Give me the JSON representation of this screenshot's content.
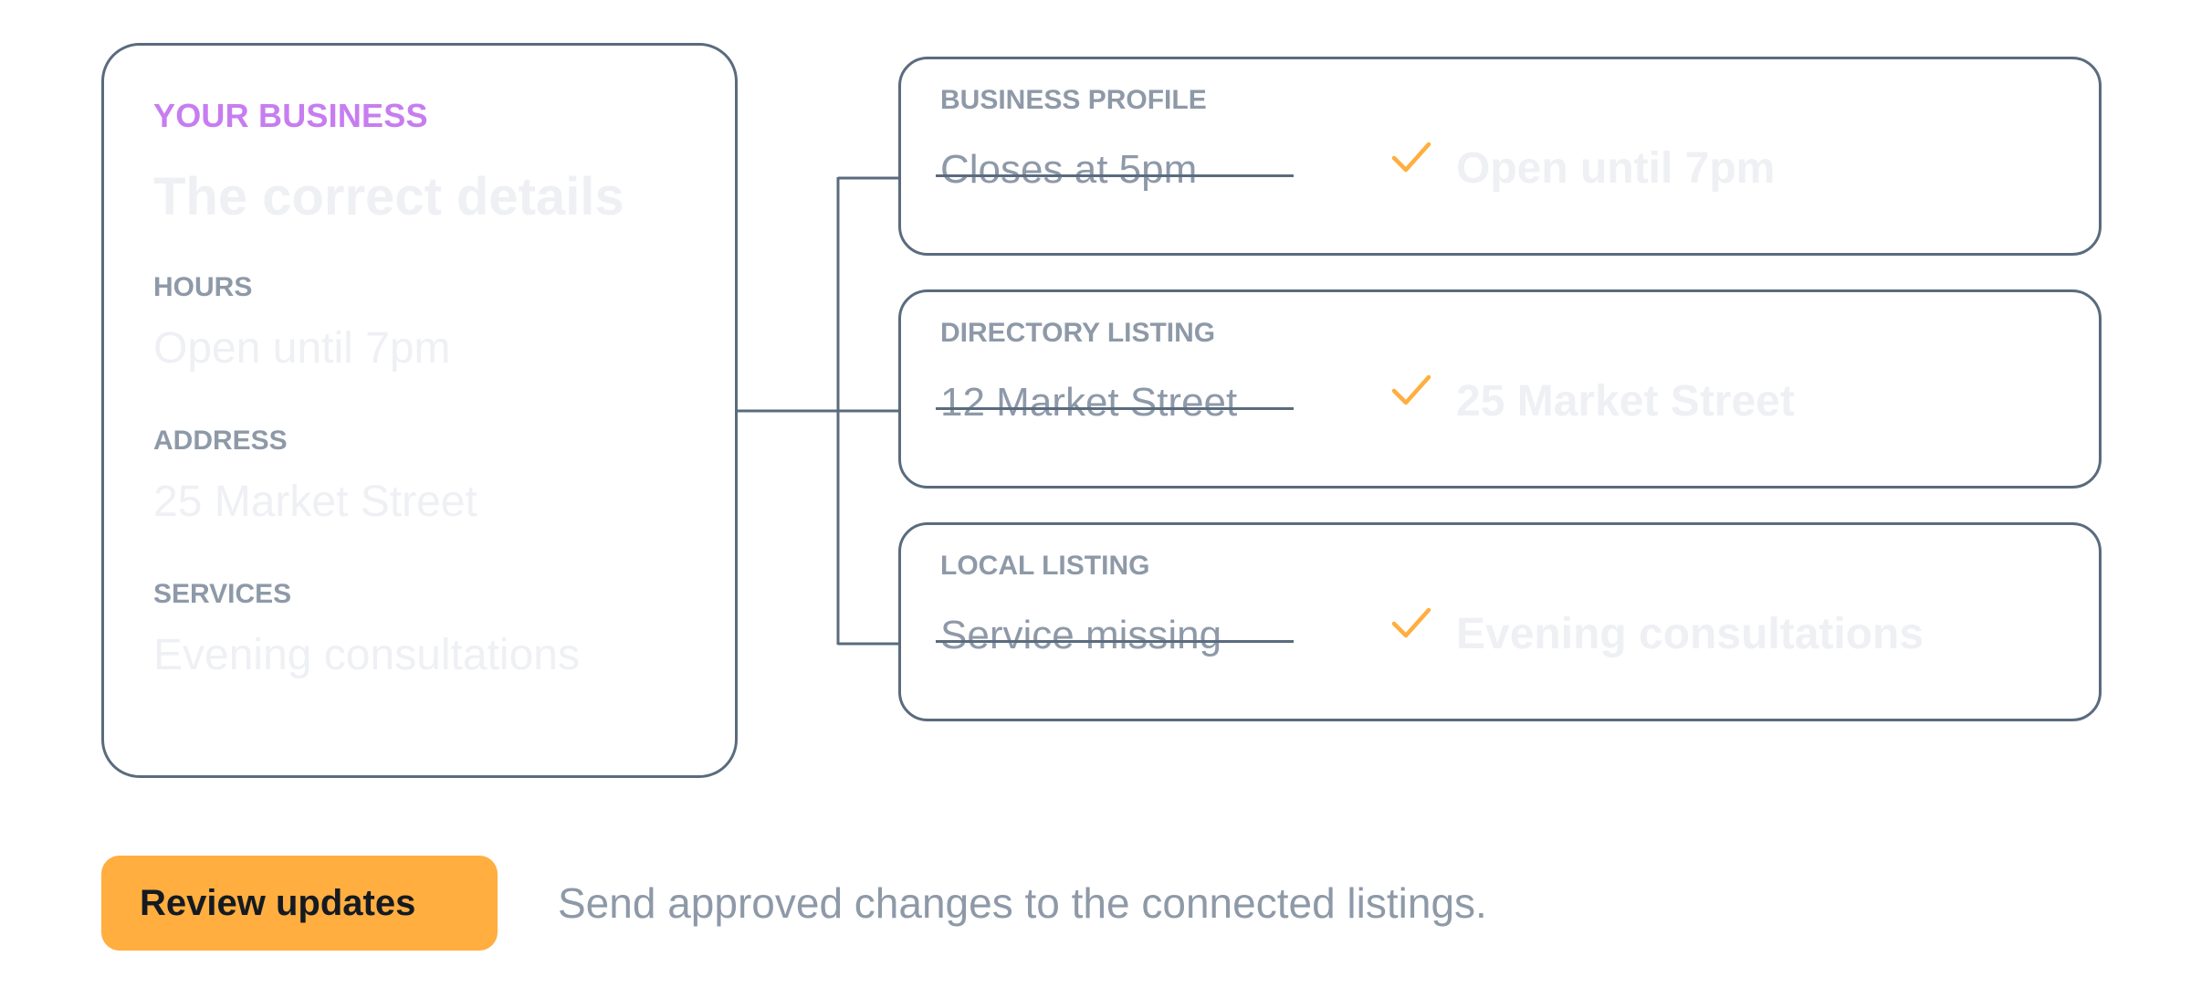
{
  "source": {
    "eyebrow": "YOUR BUSINESS",
    "title": "The correct details",
    "fields": [
      {
        "label": "HOURS",
        "value": "Open until 7pm"
      },
      {
        "label": "ADDRESS",
        "value": "25 Market Street"
      },
      {
        "label": "SERVICES",
        "value": "Evening consultations"
      }
    ]
  },
  "listings": [
    {
      "label": "BUSINESS PROFILE",
      "old_value": "Closes at 5pm",
      "new_value": "Open until 7pm"
    },
    {
      "label": "DIRECTORY LISTING",
      "old_value": "12 Market Street",
      "new_value": "25 Market Street"
    },
    {
      "label": "LOCAL LISTING",
      "old_value": "Service missing",
      "new_value": "Evening consultations"
    }
  ],
  "action": {
    "button_label": "Review updates",
    "helper_text": "Send approved changes to the connected listings."
  },
  "colors": {
    "accent": "#ffae3f",
    "eyebrow": "#c77df0",
    "border": "#5a6b7e",
    "muted_text": "#8e99a8",
    "faint_text": "#eef0f4"
  }
}
